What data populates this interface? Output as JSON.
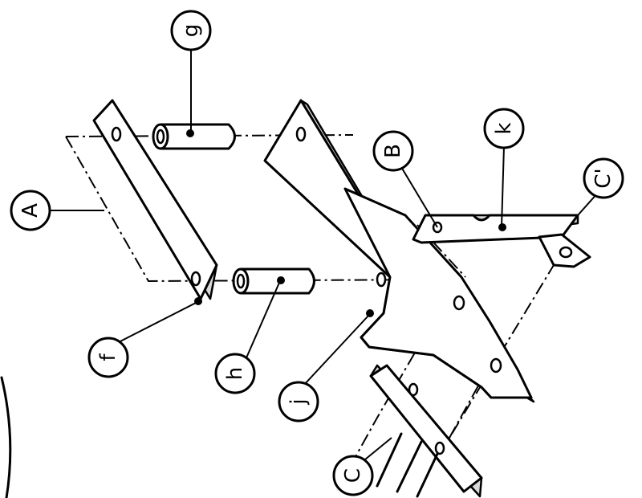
{
  "callouts": {
    "A": "A",
    "B": "B",
    "C": "C",
    "C_prime": "C'",
    "f": "f",
    "g": "g",
    "h": "h",
    "j": "j",
    "k": "k"
  }
}
